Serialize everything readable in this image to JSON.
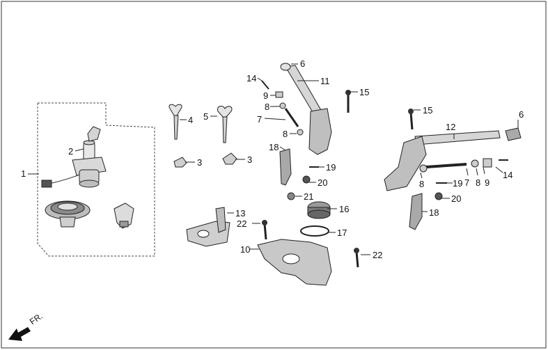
{
  "diagram": {
    "direction_label": "FR.",
    "callouts": [
      {
        "id": "c1",
        "text": "1"
      },
      {
        "id": "c2",
        "text": "2"
      },
      {
        "id": "c3a",
        "text": "3"
      },
      {
        "id": "c3b",
        "text": "3"
      },
      {
        "id": "c4",
        "text": "4"
      },
      {
        "id": "c5",
        "text": "5"
      },
      {
        "id": "c6a",
        "text": "6"
      },
      {
        "id": "c6b",
        "text": "6"
      },
      {
        "id": "c7a",
        "text": "7"
      },
      {
        "id": "c7b",
        "text": "7"
      },
      {
        "id": "c8a",
        "text": "8"
      },
      {
        "id": "c8b",
        "text": "8"
      },
      {
        "id": "c8c",
        "text": "8"
      },
      {
        "id": "c8d",
        "text": "8"
      },
      {
        "id": "c9a",
        "text": "9"
      },
      {
        "id": "c9b",
        "text": "9"
      },
      {
        "id": "c10",
        "text": "10"
      },
      {
        "id": "c11",
        "text": "11"
      },
      {
        "id": "c12",
        "text": "12"
      },
      {
        "id": "c13",
        "text": "13"
      },
      {
        "id": "c14a",
        "text": "14"
      },
      {
        "id": "c14b",
        "text": "14"
      },
      {
        "id": "c15a",
        "text": "15"
      },
      {
        "id": "c15b",
        "text": "15"
      },
      {
        "id": "c16",
        "text": "16"
      },
      {
        "id": "c17",
        "text": "17"
      },
      {
        "id": "c18a",
        "text": "18"
      },
      {
        "id": "c18b",
        "text": "18"
      },
      {
        "id": "c19a",
        "text": "19"
      },
      {
        "id": "c19b",
        "text": "19"
      },
      {
        "id": "c20a",
        "text": "20"
      },
      {
        "id": "c20b",
        "text": "20"
      },
      {
        "id": "c21",
        "text": "21"
      },
      {
        "id": "c22a",
        "text": "22"
      },
      {
        "id": "c22b",
        "text": "22"
      }
    ]
  }
}
